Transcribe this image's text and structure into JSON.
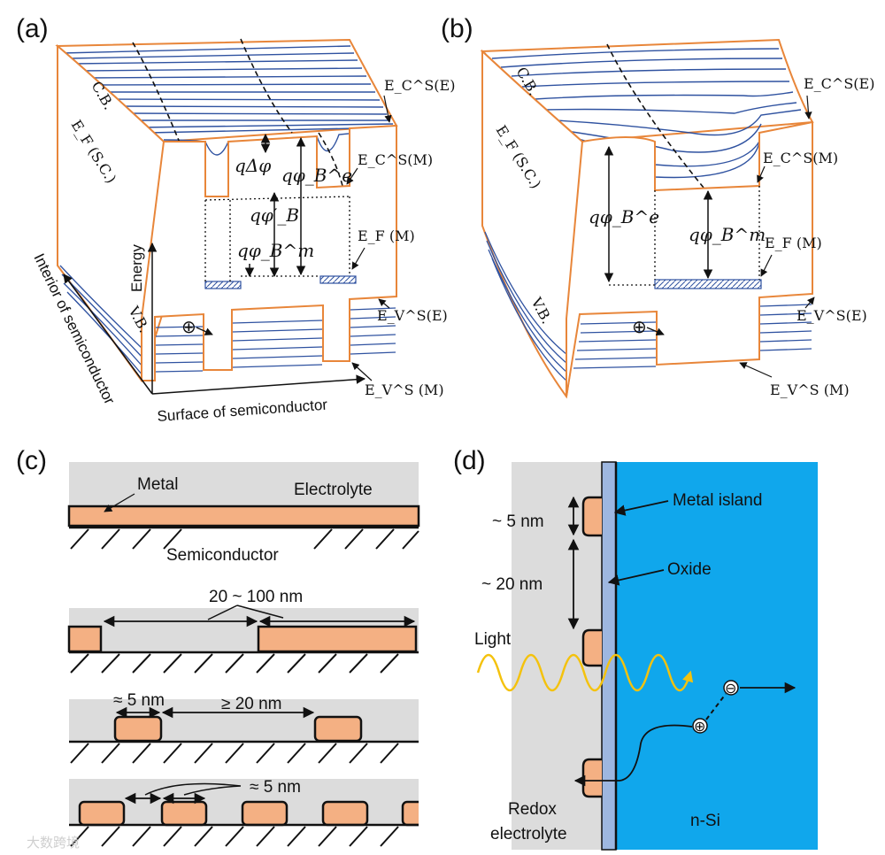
{
  "panels": [
    "(a)",
    "(b)",
    "(c)",
    "(d)"
  ],
  "colors": {
    "frame_orange": "#E8863A",
    "band_blue": "#2F52A0",
    "metal_fill": "#F4B083",
    "electrolyte_gray": "#DCDCDC",
    "silicon_blue": "#10A7EC",
    "oxide_blue": "#9EB7E0",
    "light_yellow": "#F4C20D"
  },
  "panel_a": {
    "cb": "C.B.",
    "vb": "V.B.",
    "ef_sc": "E_F (S.C.)",
    "ec_e": "E_C^S(E)",
    "ec_m": "E_C^S(M)",
    "ef_m": "E_F (M)",
    "ev_e": "E_V^S(E)",
    "ev_m": "E_V^S (M)",
    "q_delta_phi": "qΔφ",
    "q_phi_be": "qφ_B^e",
    "q_phi_bprime": "qφ′_B",
    "q_phi_bm": "qφ_B^m",
    "axis_energy": "Energy",
    "axis_interior": "Interior of semiconductor",
    "axis_surface": "Surface of semiconductor",
    "hole": "⊕"
  },
  "panel_b": {
    "cb": "C.B.",
    "vb": "V.B.",
    "ef_sc": "E_F (S.C.)",
    "ec_e": "E_C^S(E)",
    "ec_m": "E_C^S(M)",
    "ef_m": "E_F (M)",
    "ev_e": "E_V^S(E)",
    "ev_m": "E_V^S (M)",
    "q_phi_be": "qφ_B^e",
    "q_phi_bm": "qφ_B^m",
    "hole": "⊕"
  },
  "panel_c": {
    "metal": "Metal",
    "electrolyte": "Electrolyte",
    "semiconductor": "Semiconductor",
    "spacing_1": "20 ~ 100 nm",
    "size_5nm": "≈ 5 nm",
    "spacing_20nm": "≥ 20 nm",
    "spacing_5nm": "≈ 5 nm"
  },
  "panel_d": {
    "size_5nm": "~ 5 nm",
    "size_20nm": "~ 20 nm",
    "metal_island": "Metal island",
    "oxide": "Oxide",
    "light": "Light",
    "electron": "⊖",
    "hole": "⊕",
    "redox_1": "Redox",
    "redox_2": "electrolyte",
    "nsi": "n-Si"
  },
  "watermark": "大数跨境"
}
